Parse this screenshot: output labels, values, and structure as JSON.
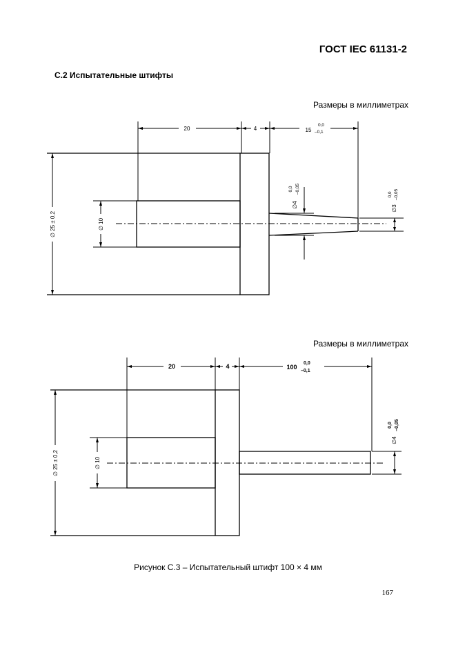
{
  "header": {
    "standard": "ГОСТ IEC 61131-2"
  },
  "section": {
    "title": "С.2 Испытательные штифты"
  },
  "figure1": {
    "units_note": "Размеры в миллиметрах",
    "dim_length_body": "20",
    "dim_length_flange": "4",
    "dim_length_pin": "15",
    "dim_length_pin_tol_upper": "0,0",
    "dim_length_pin_tol_lower": "–0,1",
    "dim_diam_body": "∅ 10",
    "dim_diam_flange": "∅ 25 ± 0,2",
    "dim_diam_pin_base": "∅4",
    "dim_diam_pin_base_tol_upper": "0,0",
    "dim_diam_pin_base_tol_lower": "–0,05",
    "dim_diam_pin_tip": "∅3",
    "dim_diam_pin_tip_tol_upper": "0,0",
    "dim_diam_pin_tip_tol_lower": "–0,05"
  },
  "figure2": {
    "units_note": "Размеры в миллиметрах",
    "dim_length_body": "20",
    "dim_length_flange": "4",
    "dim_length_pin": "100",
    "dim_length_pin_tol_upper": "0,0",
    "dim_length_pin_tol_lower": "–0,1",
    "dim_diam_body": "∅ 10",
    "dim_diam_flange": "∅ 25 ± 0,2",
    "dim_diam_pin": "∅4",
    "dim_diam_pin_tol_upper": "0,0",
    "dim_diam_pin_tol_lower": "–0,05"
  },
  "caption": "Рисунок С.3 – Испытательный штифт 100 × 4 мм",
  "page_number": "167"
}
